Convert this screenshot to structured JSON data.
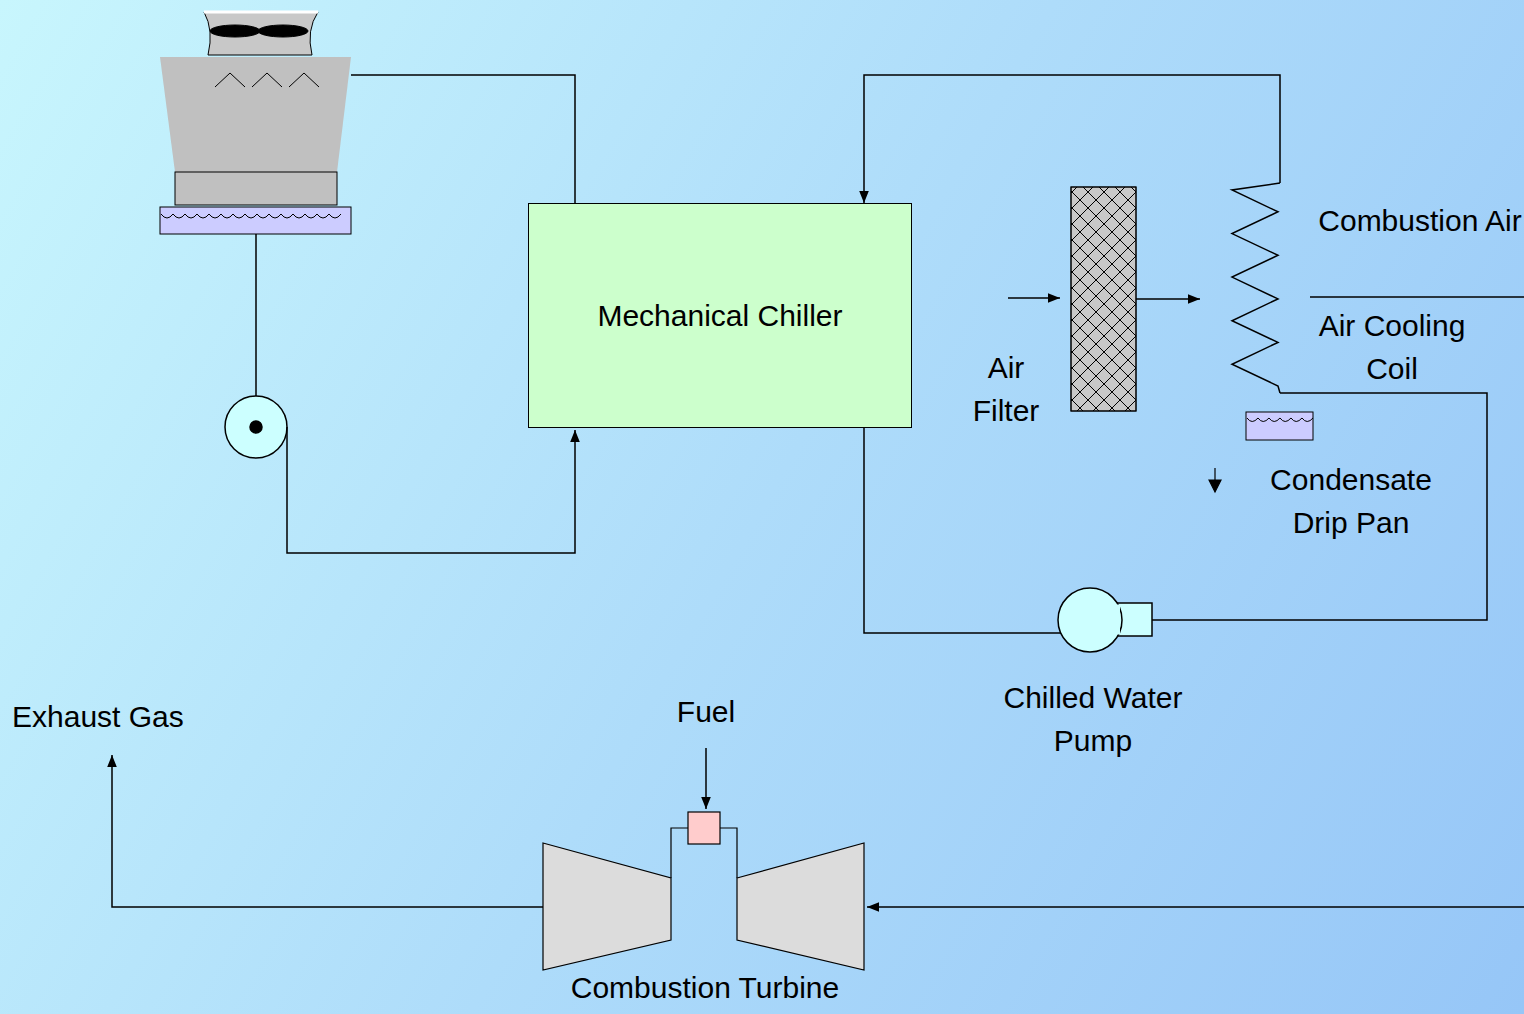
{
  "diagram": {
    "nodes": [
      {
        "text": [
          "Mechanical Chiller"
        ]
      },
      {
        "text": [
          "Air Filter"
        ]
      },
      {
        "text": [
          "Air Cooling Coil"
        ]
      },
      {
        "text": [
          "Condensate Drip Pan"
        ]
      },
      {
        "text": [
          "Chilled Water Pump"
        ]
      },
      {
        "text": [
          "Combustion Turbine"
        ]
      }
    ],
    "edges": [
      {
        "from": 2,
        "to": 0,
        "arrow": "to"
      },
      {
        "from": 0,
        "to": 4,
        "arrow": "none"
      },
      {
        "from": 4,
        "to": 2,
        "arrow": "none"
      },
      {
        "from": 1,
        "to": 2,
        "arrow": "to"
      }
    ],
    "labels": [
      "Combustion Air",
      "Exhaust Gas",
      "Fuel"
    ]
  }
}
